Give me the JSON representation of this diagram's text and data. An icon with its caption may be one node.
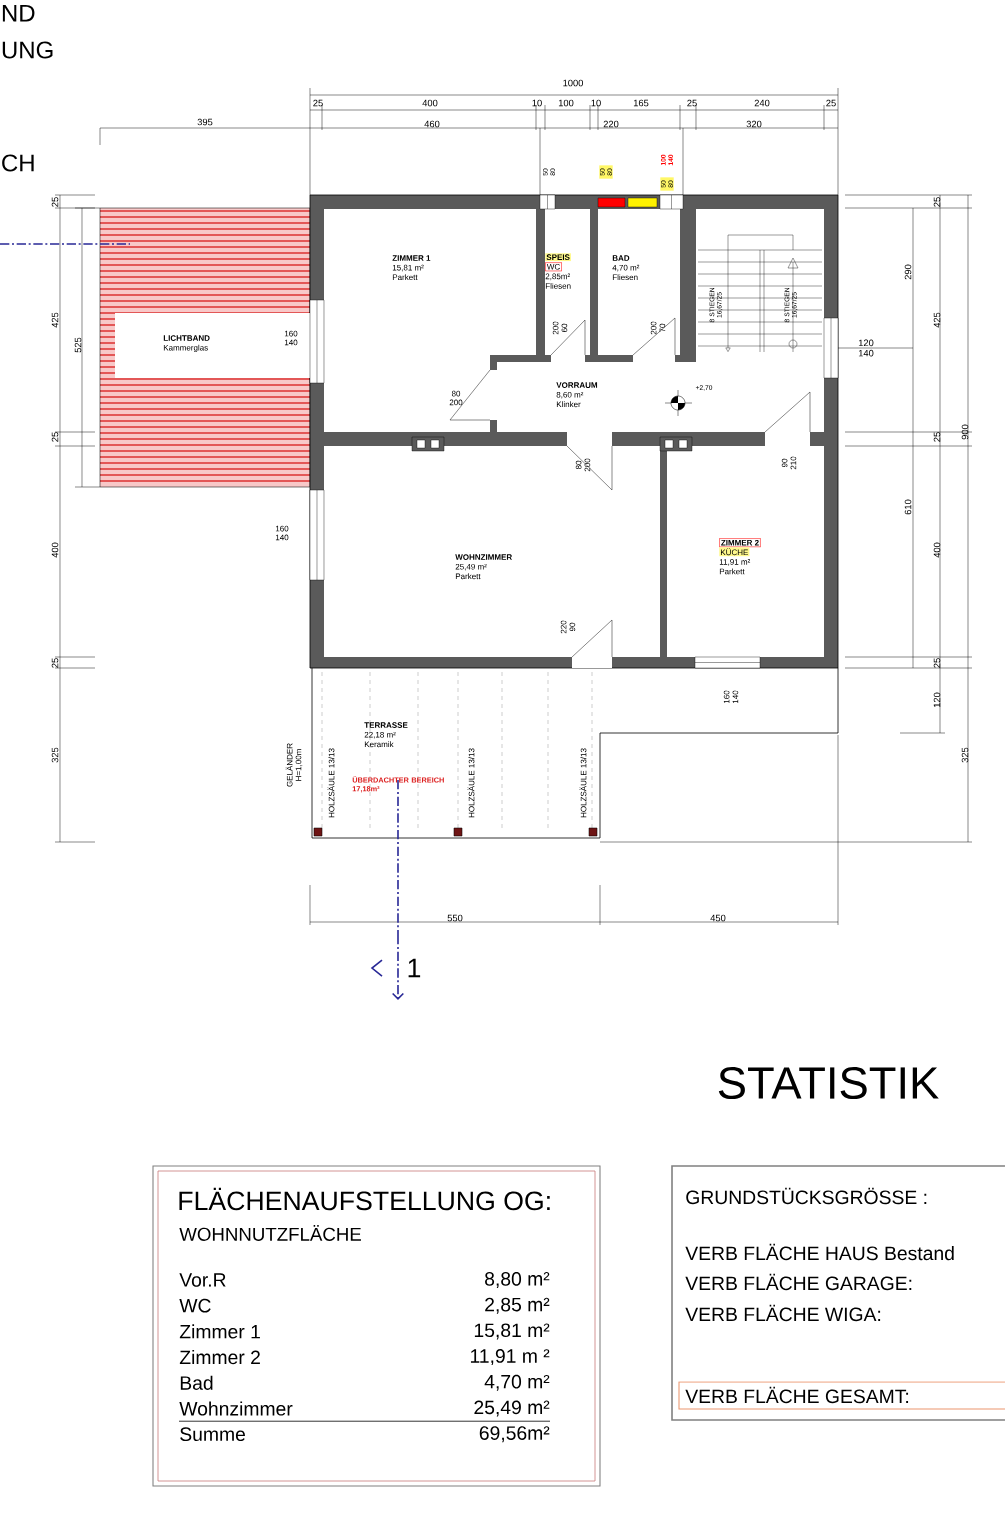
{
  "diagram": {
    "nodes": [
      {
        "text": [
          "ZIMMER 1",
          "15,81 m²",
          "Parkett"
        ]
      },
      {
        "text": [
          "SPEIS",
          "WC",
          "2,85m²",
          "Fliesen"
        ]
      },
      {
        "text": [
          "BAD",
          "4,70 m²",
          "Fliesen"
        ]
      },
      {
        "text": [
          "VORRAUM",
          "8,60 m²",
          "Klinker"
        ]
      },
      {
        "text": [
          "WOHNZIMMER",
          "25,49 m²",
          "Parkett"
        ]
      },
      {
        "text": [
          "ZIMMER 2",
          "KÜCHE",
          "11,91 m²",
          "Parkett"
        ]
      },
      {
        "text": [
          "TERRASSE",
          "22,18 m²",
          "Keramik",
          "ÜBERDACHTER BEREICH 17,18m²"
        ]
      },
      {
        "text": [
          "LICHTBAND",
          "Kammerglas"
        ]
      },
      {
        "text": [
          "FLÄCHENAUFSTELLUNG OG:",
          "WOHNNUTZFLÄCHE",
          "Vor.R",
          "8,80 m²",
          "WC",
          "2,85 m²",
          "Zimmer 1",
          "15,81 m²",
          "Zimmer 2",
          "11,91 m ²",
          "Bad",
          "4,70 m²",
          "Wohnzimmer",
          "25,49 m²",
          "Summe",
          "69,56m²"
        ]
      },
      {
        "text": [
          "STATISTIK",
          "GRUNDSTÜCKSGRÖSSE :",
          "VERB FLÄCHE HAUS Bestand",
          "VERB FLÄCHE GARAGE:",
          "VERB FLÄCHE WIGA:",
          "VERB FLÄCHE GESAMT:"
        ]
      }
    ],
    "labels": [
      "ND",
      "UNG",
      "CH",
      "1000",
      "25",
      "400",
      "10",
      "100",
      "10",
      "165",
      "25",
      "240",
      "25",
      "395",
      "460",
      "220",
      "320",
      "50 80",
      "50 80",
      "100 140",
      "50 80",
      "25",
      "425",
      "525",
      "25",
      "400",
      "25",
      "325",
      "160 140",
      "80 200",
      "200 60",
      "200 70",
      "8 STIEGEN 16,67/25",
      "8 STIEGEN 16,67/25",
      "+2,70",
      "80 200",
      "90 210",
      "25",
      "290",
      "425",
      "120 140",
      "25",
      "900",
      "610",
      "400",
      "25",
      "120",
      "325",
      "160 140",
      "220 90",
      "160 140",
      "GELÄNDER H=1,00m",
      "HOLZSÄULE 13/13",
      "HOLZSÄULE 13/13",
      "HOLZSÄULE 13/13",
      "550",
      "450",
      "1"
    ]
  }
}
